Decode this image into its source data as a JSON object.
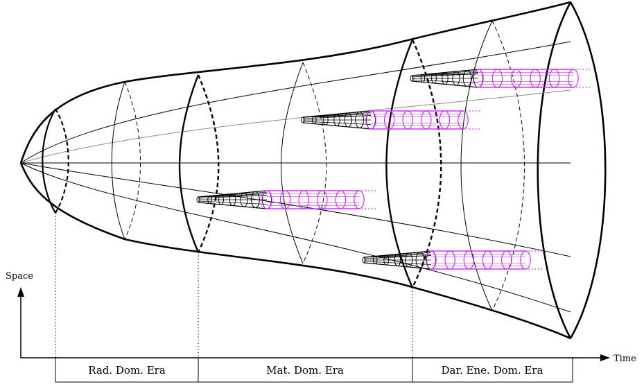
{
  "axes": {
    "y_label": "Space",
    "x_label": "Time"
  },
  "eras": [
    {
      "label": "Rad. Dom. Era"
    },
    {
      "label": "Mat. Dom. Era"
    },
    {
      "label": "Dar. Ene. Dom. Era"
    }
  ],
  "colors": {
    "outline": "#000000",
    "bubble": "#cc33ff",
    "guide": "#888888"
  }
}
